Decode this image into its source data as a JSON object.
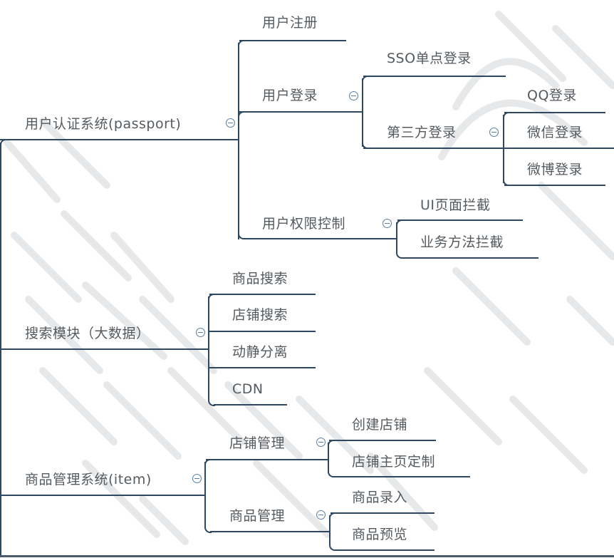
{
  "mindmap": {
    "branches": [
      {
        "label": "用户认证系统(passport)",
        "children": [
          {
            "label": "用户注册"
          },
          {
            "label": "用户登录",
            "children": [
              {
                "label": "SSO单点登录"
              },
              {
                "label": "第三方登录",
                "children": [
                  {
                    "label": "QQ登录"
                  },
                  {
                    "label": "微信登录"
                  },
                  {
                    "label": "微博登录"
                  }
                ]
              }
            ]
          },
          {
            "label": "用户权限控制",
            "children": [
              {
                "label": "UI页面拦截"
              },
              {
                "label": "业务方法拦截"
              }
            ]
          }
        ]
      },
      {
        "label": "搜索模块（大数据）",
        "children": [
          {
            "label": "商品搜索"
          },
          {
            "label": "店铺搜索"
          },
          {
            "label": "动静分离"
          },
          {
            "label": "CDN"
          }
        ]
      },
      {
        "label": "商品管理系统(item)",
        "children": [
          {
            "label": "店铺管理",
            "children": [
              {
                "label": "创建店铺"
              },
              {
                "label": "店铺主页定制"
              }
            ]
          },
          {
            "label": "商品管理",
            "children": [
              {
                "label": "商品录入"
              },
              {
                "label": "商品预览"
              }
            ]
          }
        ]
      }
    ],
    "colors": {
      "line": "#2f4861",
      "text": "#555a5f",
      "toggle": "#5a7fa3"
    },
    "toggle_icon": "collapse-minus-circle"
  }
}
